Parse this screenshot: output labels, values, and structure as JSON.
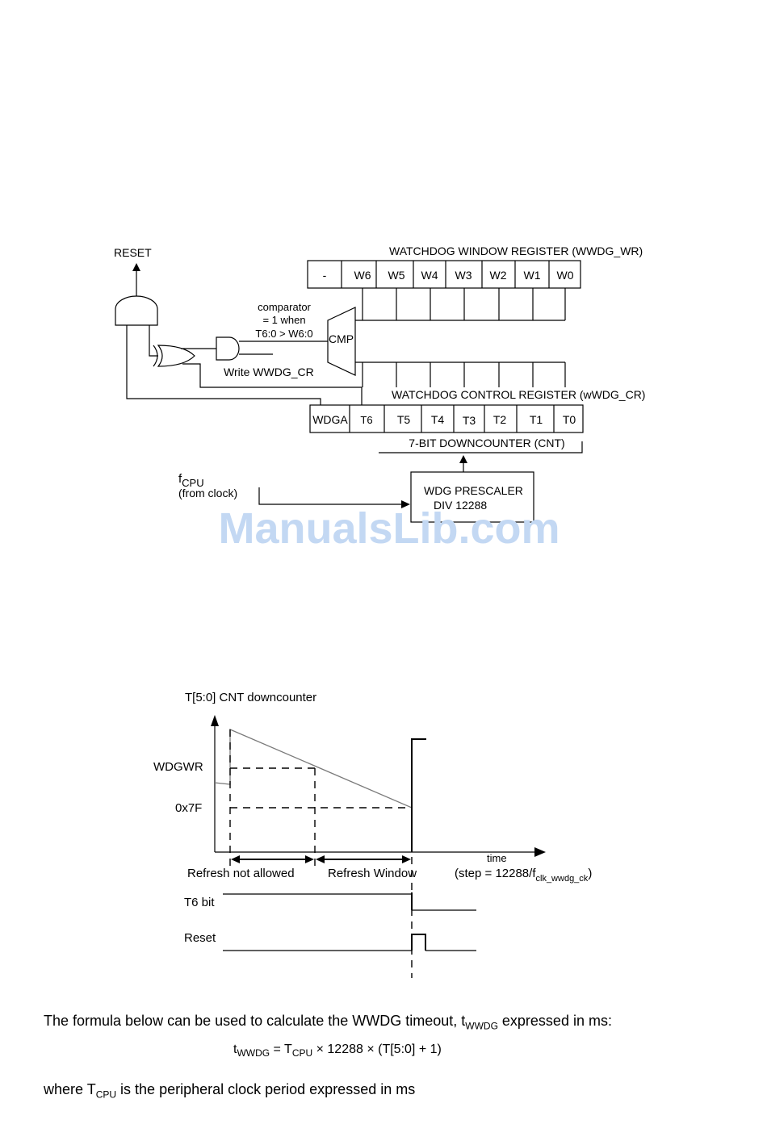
{
  "block_diagram": {
    "reset_label": "RESET",
    "window_register_title": "WATCHDOG WINDOW REGISTER (WWDG_WR)",
    "window_bits": [
      "-",
      "W6",
      "W5",
      "W4",
      "W3",
      "W2",
      "W1",
      "W0"
    ],
    "comparator_note": [
      "comparator",
      "= 1 when",
      "T6:0 > W6:0"
    ],
    "cmp_label": "CMP",
    "write_label": "Write WWDG_CR",
    "control_register_title": "WATCHDOG CONTROL REGISTER (wWDG_CR)",
    "control_bits": [
      "WDGA",
      "T6",
      "T5",
      "T4",
      "T3",
      "T2",
      "T1",
      "T0"
    ],
    "downcounter_label": "7-BIT DOWNCOUNTER (CNT)",
    "fcpu_main": "f",
    "fcpu_sub": "CPU",
    "fcpu_source": "(from clock)",
    "prescaler_line1": "WDG PRESCALER",
    "prescaler_line2": "DIV 12288"
  },
  "watermark": "ManualsLib.com",
  "timing_diagram": {
    "y_axis_title": "T[5:0] CNT downcounter",
    "level_wdgwr": "WDGWR",
    "level_0x7f": "0x7F",
    "time_label": "time",
    "refresh_not_allowed": "Refresh not allowed",
    "refresh_window": "Refresh Window",
    "step_main": "(step = 12288/f",
    "step_sub": "clk_wwdg_ck",
    "step_close": ")",
    "t6_label": "T6 bit",
    "reset_label": "Reset"
  },
  "text": {
    "line1_before": "The formula below can be used to calculate the WWDG timeout, t",
    "line1_sub": "WWDG",
    "line1_after": " expressed in ms:",
    "formula_t": "t",
    "formula_t_sub": "WWDG",
    "formula_eq": " = T",
    "formula_cpu_sub": "CPU",
    "formula_rest": " × 12288 × (T[5:0] + 1)",
    "line2_before": "where T",
    "line2_sub": "CPU",
    "line2_after": " is the peripheral clock period expressed in ms"
  }
}
